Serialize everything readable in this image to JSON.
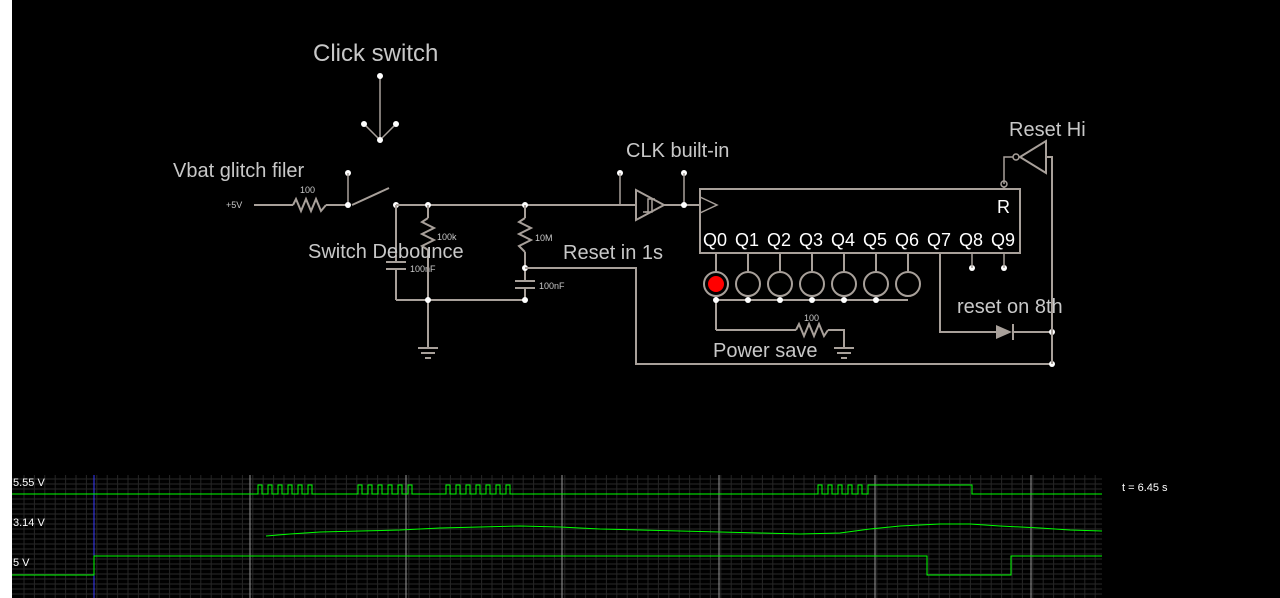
{
  "circuit": {
    "labels": {
      "click_switch": "Click switch",
      "vbat_glitch": "Vbat glitch filer",
      "switch_debounce": "Switch Debounce",
      "reset_in": "Reset in 1s",
      "clk_builtin": "CLK built-in",
      "reset_hi": "Reset Hi",
      "reset_8th": "reset on 8th",
      "power_save": "Power save"
    },
    "source_label": "+5V",
    "resistors": {
      "r_glitch": "100",
      "r_pullup": "100k",
      "r_reset": "10M",
      "r_power": "100"
    },
    "capacitors": {
      "c_debounce": "100nF",
      "c_reset": "100nF"
    },
    "counter": {
      "reset_pin": "R",
      "outputs": [
        "Q0",
        "Q1",
        "Q2",
        "Q3",
        "Q4",
        "Q5",
        "Q6",
        "Q7",
        "Q8",
        "Q9"
      ],
      "leds_lit": [
        true,
        false,
        false,
        false,
        false,
        false,
        false
      ]
    },
    "colors": {
      "wire": "#a8a09a",
      "led_on": "#ff0000",
      "trace": "#00ff00"
    }
  },
  "scope": {
    "time": "t = 6.45 s",
    "channels": [
      {
        "label": "5.55 V"
      },
      {
        "label": "3.14 V"
      },
      {
        "label": "5 V"
      }
    ]
  }
}
